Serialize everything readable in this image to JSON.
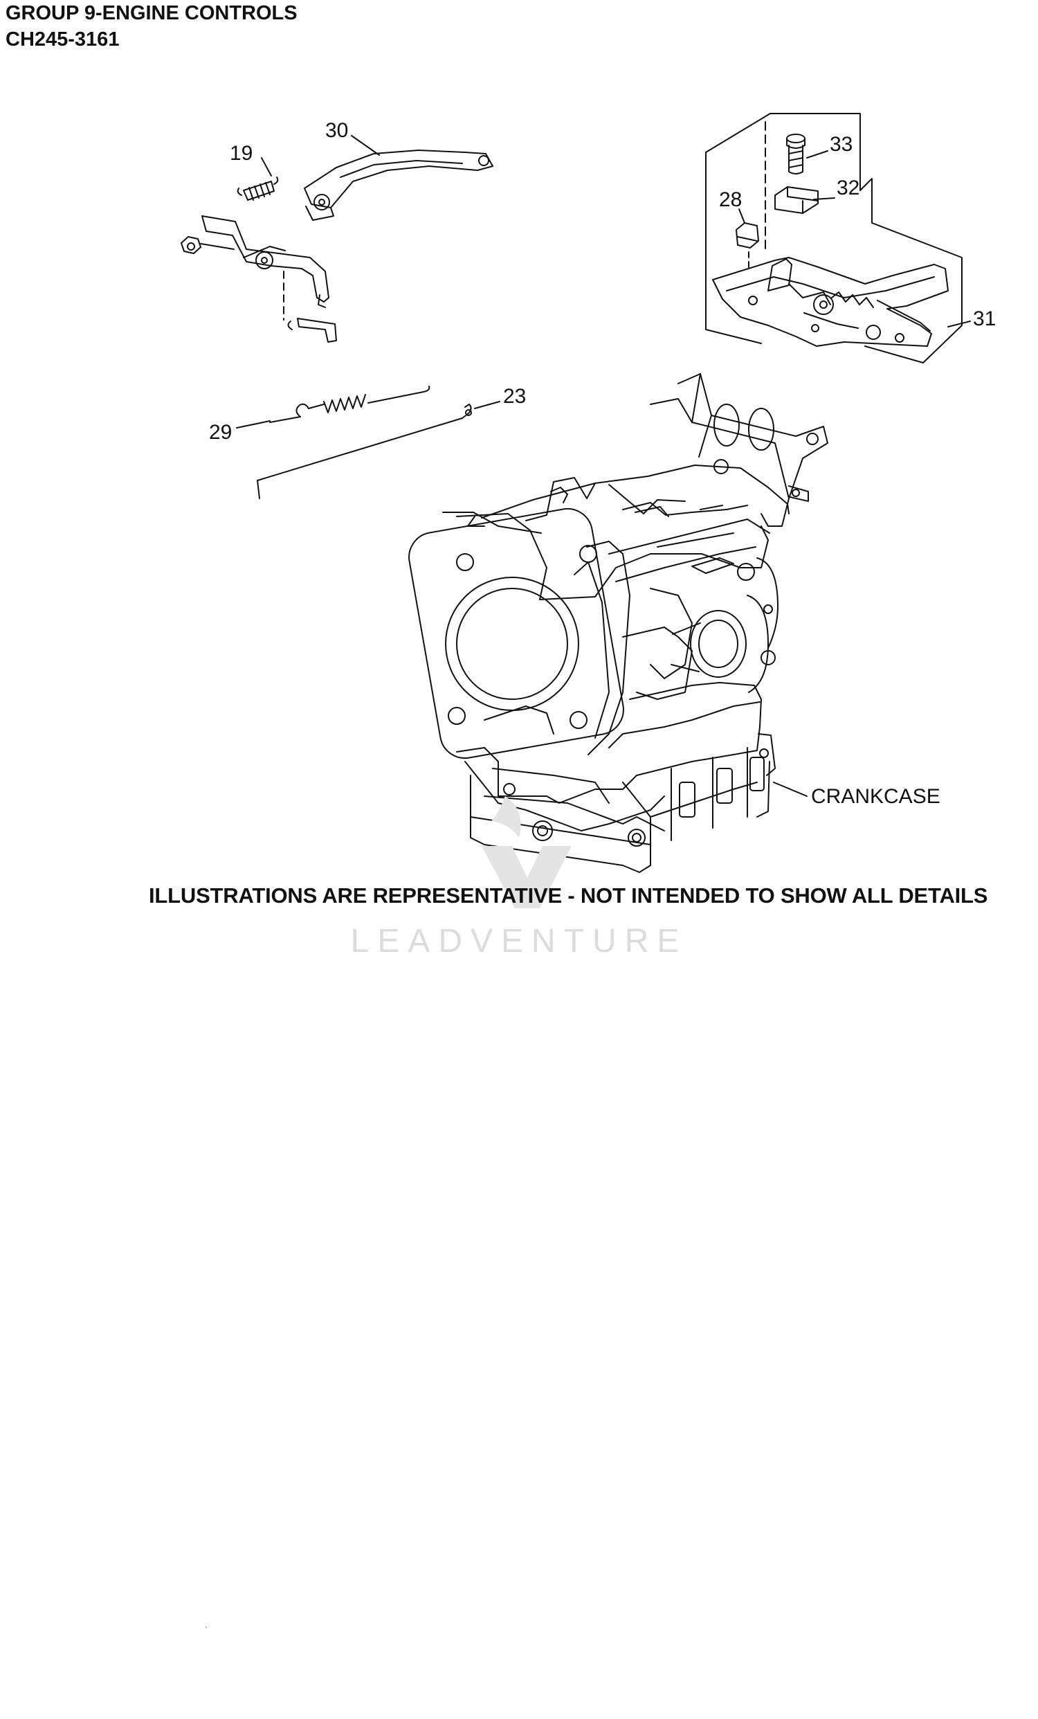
{
  "header": {
    "group_title": "GROUP 9-ENGINE CONTROLS",
    "model_code": "CH245-3161"
  },
  "callouts": {
    "c19": "19",
    "c30": "30",
    "c33": "33",
    "c32": "32",
    "c28": "28",
    "c31": "31",
    "c23": "23",
    "c29": "29",
    "crankcase": "CRANKCASE"
  },
  "disclaimer": "ILLUSTRATIONS ARE REPRESENTATIVE - NOT INTENDED TO SHOW ALL DETAILS",
  "watermark": {
    "text": "LEADVENTURE"
  },
  "footer": {
    "mark": "¸"
  },
  "colors": {
    "ink": "#111111",
    "watermark": "#dcdcdc"
  }
}
